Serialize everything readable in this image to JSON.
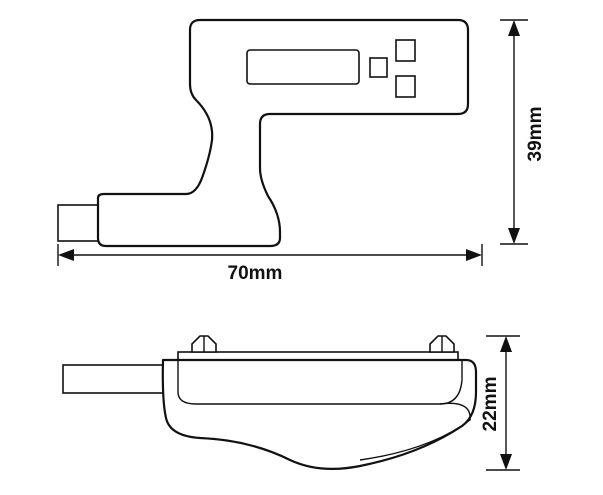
{
  "dimensions": {
    "width_label": "70mm",
    "height_label": "39mm",
    "depth_label": "22mm"
  },
  "colors": {
    "line": "#111111",
    "background": "#ffffff"
  }
}
